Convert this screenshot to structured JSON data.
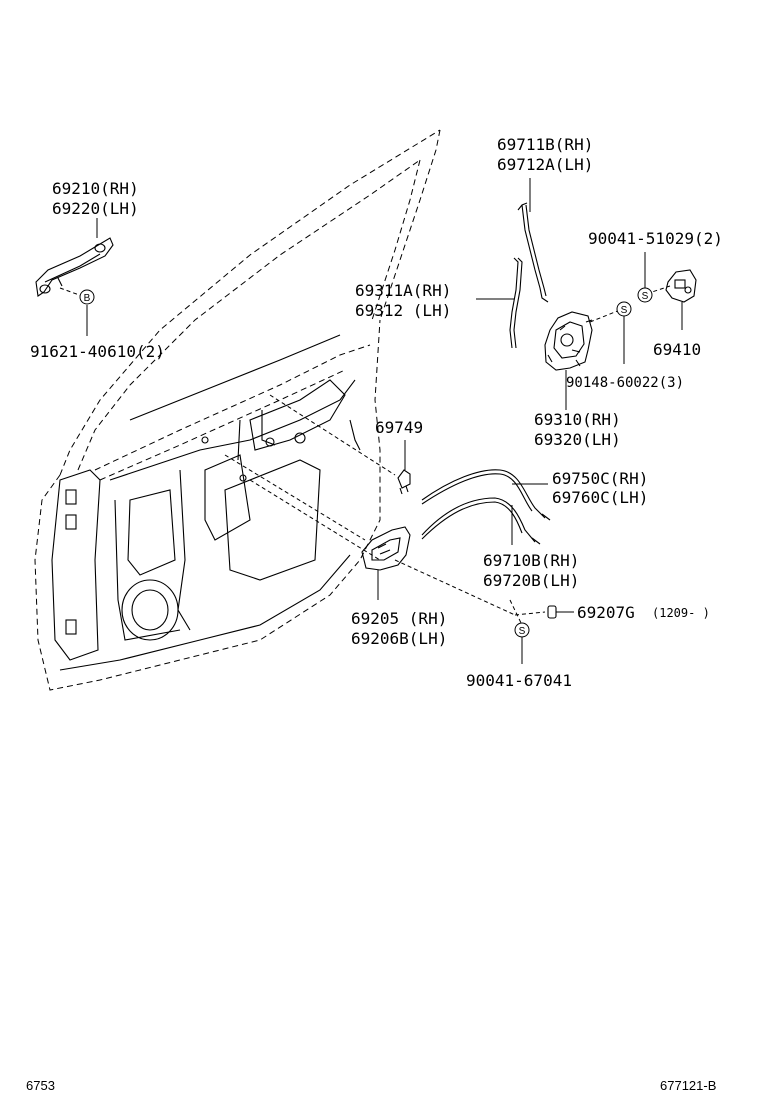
{
  "labels": {
    "handle_outer_rh": "69210(RH)",
    "handle_outer_lh": "69220(LH)",
    "screw_outer": "91621-40610(2)",
    "rod_upper_rh": "69711B(RH)",
    "rod_upper_lh": "69712A(LH)",
    "screw_cap": "90041-51029(2)",
    "rod_lock_rh": "69311A(RH)",
    "rod_lock_lh": "69312 (LH)",
    "striker": "69410",
    "screw_lock": "90148-60022(3)",
    "lock_rh": "69310(RH)",
    "lock_lh": "69320(LH)",
    "clip": "69749",
    "cable_a_rh": "69750C(RH)",
    "cable_a_lh": "69760C(LH)",
    "cable_b_rh": "69710B(RH)",
    "cable_b_lh": "69720B(LH)",
    "handle_inner_rh": "69205 (RH)",
    "handle_inner_lh": "69206B(LH)",
    "cap": "69207G",
    "cap_date": "(1209-   )",
    "screw_inner": "90041-67041"
  },
  "symbols": {
    "bolt_symbol": "B",
    "screw_symbol_1": "S",
    "screw_symbol_2": "S",
    "screw_symbol_3": "S"
  },
  "footer": {
    "left_code": "6753",
    "right_code": "677121-B"
  }
}
